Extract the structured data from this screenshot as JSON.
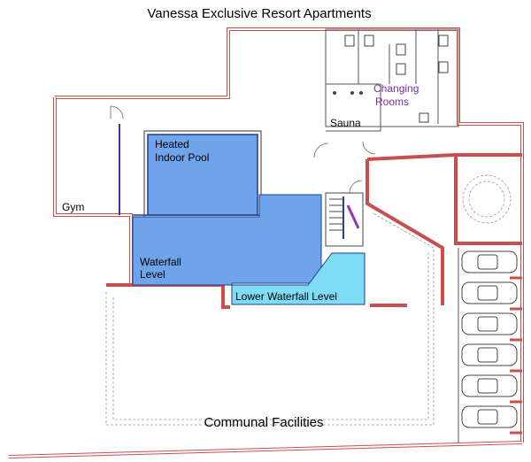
{
  "title": "Vanessa Exclusive Resort Apartments",
  "rooms": {
    "gym": "Gym",
    "pool_line1": "Heated",
    "pool_line2": "Indoor Pool",
    "waterfall_line1": "Waterfall",
    "waterfall_line2": "Level",
    "lower_waterfall": "Lower Waterfall Level",
    "sauna": "Sauna",
    "changing_line1": "Changing",
    "changing_line2": "Rooms",
    "communal": "Communal Facilities"
  },
  "colors": {
    "wall": "#c94f4f",
    "pool": "#6fa3ea",
    "lower_pool": "#7fdcf5",
    "label_accent": "#7a2fa6"
  },
  "parking_spaces": 6
}
